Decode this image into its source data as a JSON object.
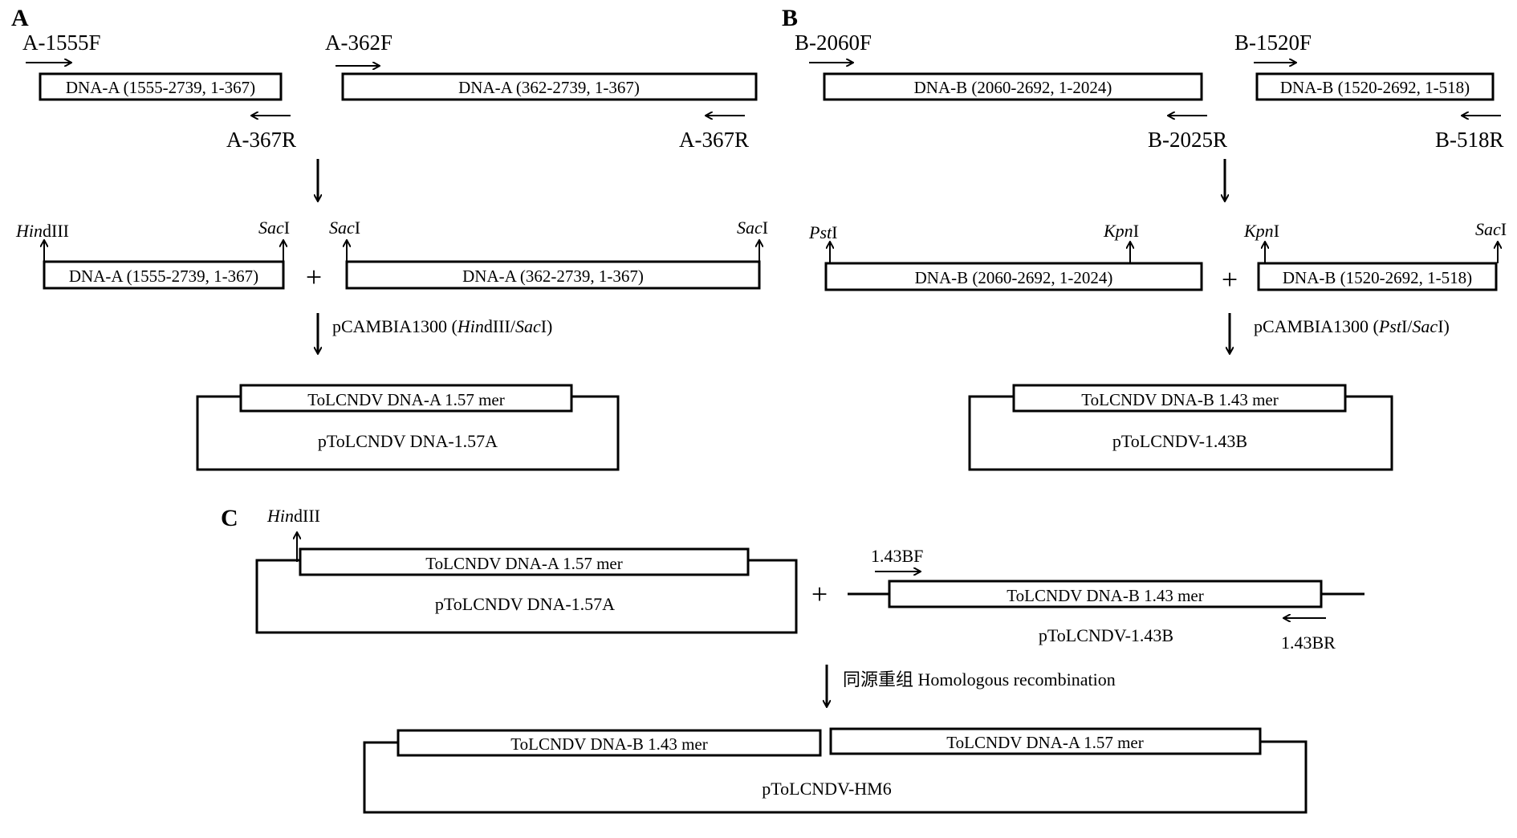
{
  "panels": {
    "a": "A",
    "b": "B",
    "c": "C"
  },
  "panel_a": {
    "primer_f1": "A-1555F",
    "primer_f2": "A-362F",
    "primer_r1": "A-367R",
    "primer_r2": "A-367R",
    "frag1": "DNA-A (1555-2739, 1-367)",
    "frag2": "DNA-A (362-2739, 1-367)",
    "site_hind_it": "Hin",
    "site_hind_rest": "dIII",
    "site_sac_it": "Sac",
    "site_sac_rest": "I",
    "frag1b": "DNA-A (1555-2739, 1-367)",
    "frag2b": "DNA-A (362-2739, 1-367)",
    "plus": "+",
    "vector_prefix": "pCAMBIA1300 (",
    "vector_hind_it": "Hin",
    "vector_hind_rest": "dIII/",
    "vector_sac_it": "Sac",
    "vector_suffix": "I)",
    "insert": "ToLCNDV DNA-A 1.57 mer",
    "plasmid": "pToLCNDV DNA-1.57A"
  },
  "panel_b": {
    "primer_f1": "B-2060F",
    "primer_f2": "B-1520F",
    "primer_r1": "B-2025R",
    "primer_r2": "B-518R",
    "frag1": "DNA-B (2060-2692, 1-2024)",
    "frag2": "DNA-B (1520-2692, 1-518)",
    "site_pst_it": "Pst",
    "site_pst_rest": "I",
    "site_kpn_it": "Kpn",
    "site_kpn_rest": "I",
    "site_sac_it": "Sac",
    "site_sac_rest": "I",
    "frag1b": "DNA-B (2060-2692, 1-2024)",
    "frag2b": "DNA-B (1520-2692, 1-518)",
    "plus": "+",
    "vector_prefix": "pCAMBIA1300 (",
    "vector_pst_it": "Pst",
    "vector_mid": "I/",
    "vector_sac_it": "Sac",
    "vector_suffix": "I)",
    "insert": "ToLCNDV DNA-B 1.43 mer",
    "plasmid": "pToLCNDV-1.43B"
  },
  "panel_c": {
    "site_hind_it": "Hin",
    "site_hind_rest": "dIII",
    "insert_a": "ToLCNDV DNA-A 1.57 mer",
    "plasmid_a": "pToLCNDV DNA-1.57A",
    "plus": "+",
    "primer_f": "1.43BF",
    "primer_r": "1.43BR",
    "insert_b": "ToLCNDV DNA-B 1.43 mer",
    "plasmid_b": "pToLCNDV-1.43B",
    "step": "同源重组 Homologous recombination",
    "final_b": "ToLCNDV DNA-B 1.43 mer",
    "final_a": "ToLCNDV DNA-A 1.57 mer",
    "final_plasmid": "pToLCNDV-HM6"
  }
}
